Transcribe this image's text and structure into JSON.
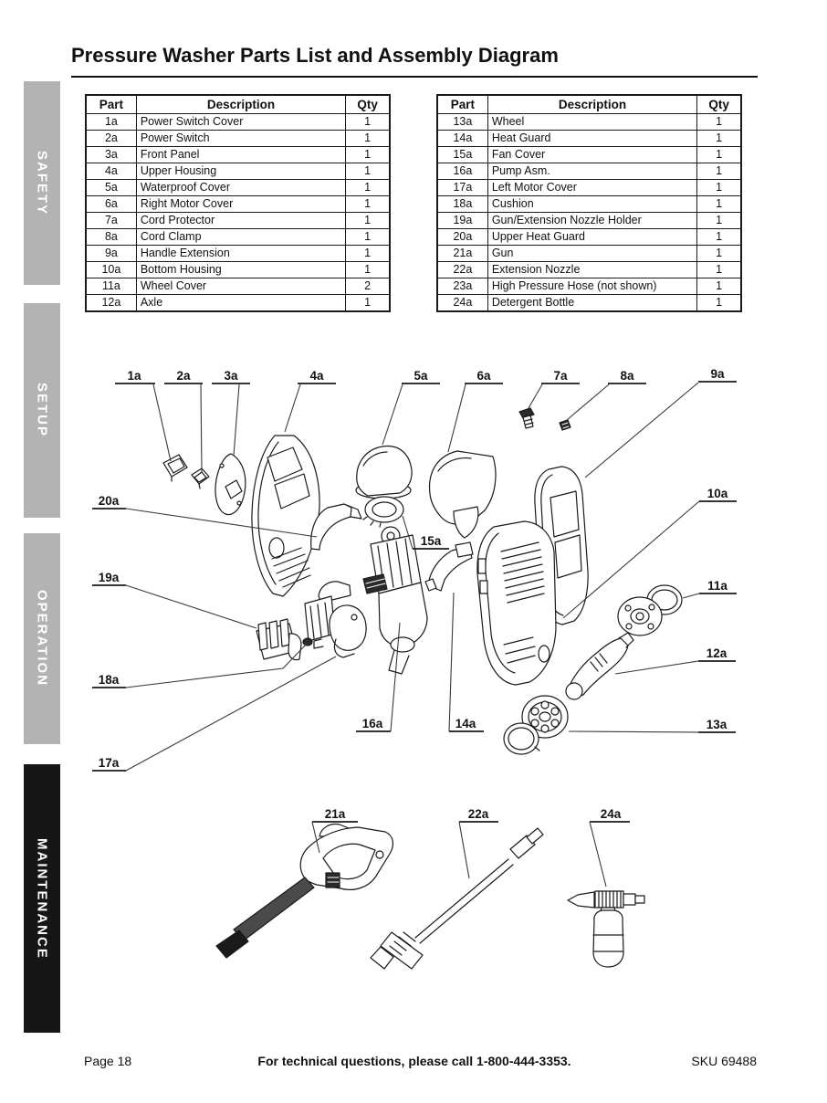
{
  "page_title": "Pressure Washer Parts List and Assembly Diagram",
  "sidebar": {
    "tabs": [
      {
        "label": "SAFETY",
        "active": false
      },
      {
        "label": "SETUP",
        "active": false
      },
      {
        "label": "OPERATION",
        "active": false
      },
      {
        "label": "MAINTENANCE",
        "active": true
      }
    ]
  },
  "parts_tables": [
    {
      "headers": [
        "Part",
        "Description",
        "Qty"
      ],
      "rows": [
        [
          "1a",
          "Power Switch Cover",
          "1"
        ],
        [
          "2a",
          "Power Switch",
          "1"
        ],
        [
          "3a",
          "Front Panel",
          "1"
        ],
        [
          "4a",
          "Upper Housing",
          "1"
        ],
        [
          "5a",
          "Waterproof Cover",
          "1"
        ],
        [
          "6a",
          "Right Motor Cover",
          "1"
        ],
        [
          "7a",
          "Cord Protector",
          "1"
        ],
        [
          "8a",
          "Cord Clamp",
          "1"
        ],
        [
          "9a",
          "Handle Extension",
          "1"
        ],
        [
          "10a",
          "Bottom Housing",
          "1"
        ],
        [
          "11a",
          "Wheel Cover",
          "2"
        ],
        [
          "12a",
          "Axle",
          "1"
        ]
      ]
    },
    {
      "headers": [
        "Part",
        "Description",
        "Qty"
      ],
      "rows": [
        [
          "13a",
          "Wheel",
          "1"
        ],
        [
          "14a",
          "Heat Guard",
          "1"
        ],
        [
          "15a",
          "Fan Cover",
          "1"
        ],
        [
          "16a",
          "Pump Asm.",
          "1"
        ],
        [
          "17a",
          "Left Motor Cover",
          "1"
        ],
        [
          "18a",
          "Cushion",
          "1"
        ],
        [
          "19a",
          "Gun/Extension Nozzle Holder",
          "1"
        ],
        [
          "20a",
          "Upper Heat Guard",
          "1"
        ],
        [
          "21a",
          "Gun",
          "1"
        ],
        [
          "22a",
          "Extension Nozzle",
          "1"
        ],
        [
          "23a",
          "High Pressure Hose (not shown)",
          "1"
        ],
        [
          "24a",
          "Detergent Bottle",
          "1"
        ]
      ]
    }
  ],
  "diagram": {
    "labels": [
      "1a",
      "2a",
      "3a",
      "4a",
      "5a",
      "6a",
      "7a",
      "8a",
      "9a",
      "10a",
      "11a",
      "12a",
      "13a",
      "14a",
      "15a",
      "16a",
      "17a",
      "18a",
      "19a",
      "20a",
      "21a",
      "22a",
      "24a"
    ]
  },
  "footer": {
    "page": "Page 18",
    "message": "For technical questions, please call 1-800-444-3353.",
    "sku": "SKU 69488"
  },
  "colors": {
    "tab_gray": "#b3b3b3",
    "tab_dark": "#161616",
    "line": "#1a1a1a"
  }
}
